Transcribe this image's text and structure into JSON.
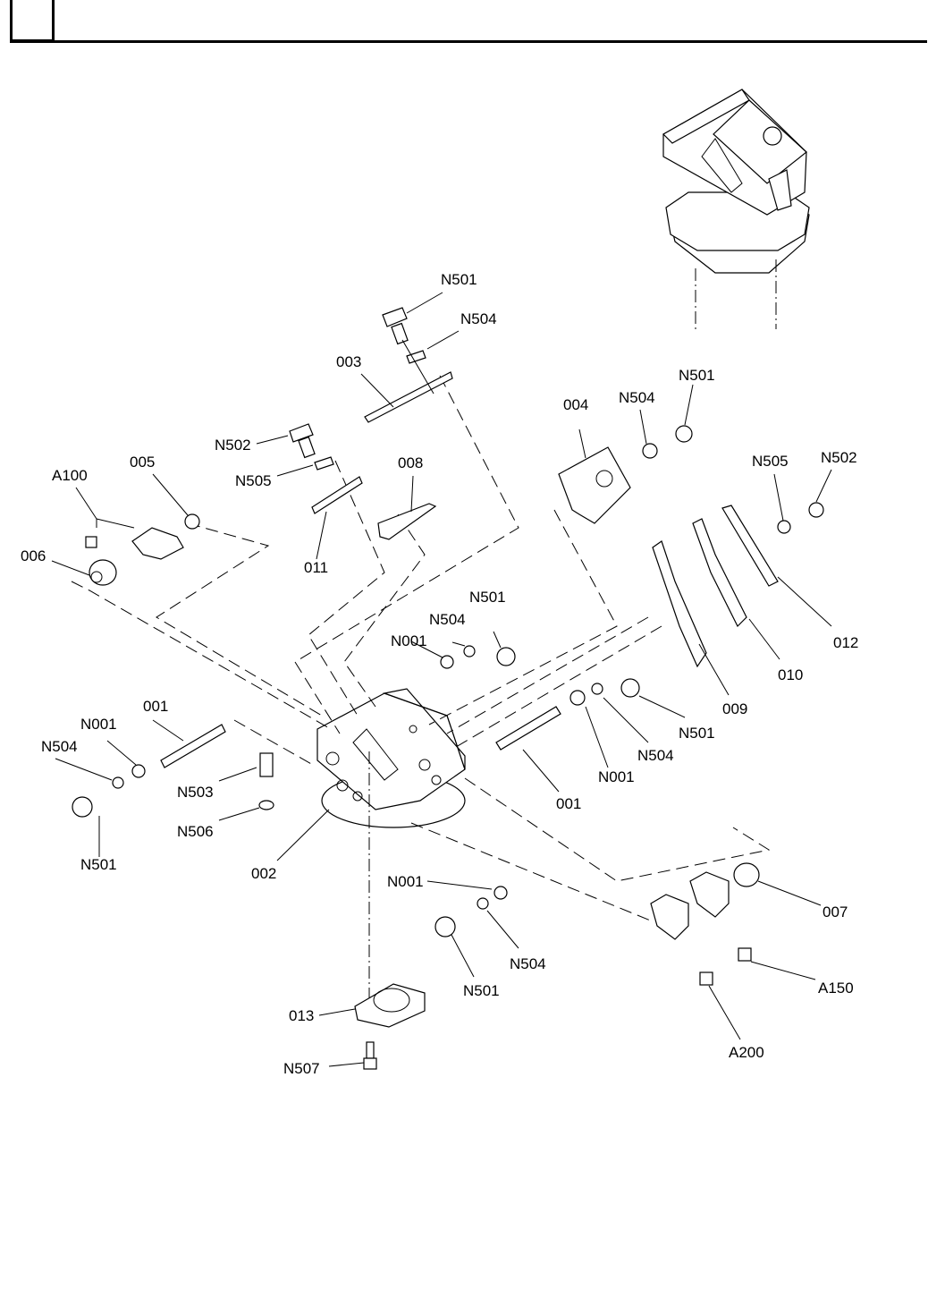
{
  "header": {
    "box_text": "",
    "title": ""
  },
  "diagram": {
    "type": "exploded-parts-view",
    "callouts": [
      {
        "id": "c1",
        "label": "N501",
        "part": "screw"
      },
      {
        "id": "c2",
        "label": "N504",
        "part": "washer"
      },
      {
        "id": "c3",
        "label": "003",
        "part": "plate"
      },
      {
        "id": "c4",
        "label": "N502",
        "part": "screw"
      },
      {
        "id": "c5",
        "label": "N505",
        "part": "washer"
      },
      {
        "id": "c6",
        "label": "011",
        "part": "blade"
      },
      {
        "id": "c7",
        "label": "008",
        "part": "knife"
      },
      {
        "id": "c8",
        "label": "A100",
        "part": "sensor-cable"
      },
      {
        "id": "c9",
        "label": "005",
        "part": "washer"
      },
      {
        "id": "c10",
        "label": "006",
        "part": "roller"
      },
      {
        "id": "c11",
        "label": "004",
        "part": "bracket-plate"
      },
      {
        "id": "c12",
        "label": "N504",
        "part": "washer"
      },
      {
        "id": "c13",
        "label": "N501",
        "part": "screw"
      },
      {
        "id": "c14",
        "label": "N505",
        "part": "washer"
      },
      {
        "id": "c15",
        "label": "N502",
        "part": "screw"
      },
      {
        "id": "c16",
        "label": "012",
        "part": "guide-plate"
      },
      {
        "id": "c17",
        "label": "010",
        "part": "blade"
      },
      {
        "id": "c18",
        "label": "009",
        "part": "blade"
      },
      {
        "id": "c19",
        "label": "N501",
        "part": "screw"
      },
      {
        "id": "c20",
        "label": "N504",
        "part": "washer"
      },
      {
        "id": "c21",
        "label": "N001",
        "part": "washer"
      },
      {
        "id": "c22",
        "label": "001",
        "part": "shaft"
      },
      {
        "id": "c23",
        "label": "N001",
        "part": "washer"
      },
      {
        "id": "c24",
        "label": "N504",
        "part": "washer"
      },
      {
        "id": "c25",
        "label": "N501",
        "part": "screw"
      },
      {
        "id": "c26",
        "label": "001",
        "part": "shaft"
      },
      {
        "id": "c27",
        "label": "N001",
        "part": "washer"
      },
      {
        "id": "c28",
        "label": "N504",
        "part": "washer"
      },
      {
        "id": "c29",
        "label": "N501",
        "part": "screw"
      },
      {
        "id": "c30",
        "label": "N503",
        "part": "screw"
      },
      {
        "id": "c31",
        "label": "N506",
        "part": "washer"
      },
      {
        "id": "c32",
        "label": "002",
        "part": "base-housing"
      },
      {
        "id": "c33",
        "label": "N001",
        "part": "washer"
      },
      {
        "id": "c34",
        "label": "N504",
        "part": "washer"
      },
      {
        "id": "c35",
        "label": "N501",
        "part": "screw"
      },
      {
        "id": "c36",
        "label": "007",
        "part": "roller"
      },
      {
        "id": "c37",
        "label": "A150",
        "part": "sensor-cable"
      },
      {
        "id": "c38",
        "label": "A200",
        "part": "sensor-cable"
      },
      {
        "id": "c39",
        "label": "013",
        "part": "flange"
      },
      {
        "id": "c40",
        "label": "N507",
        "part": "screw"
      }
    ]
  }
}
